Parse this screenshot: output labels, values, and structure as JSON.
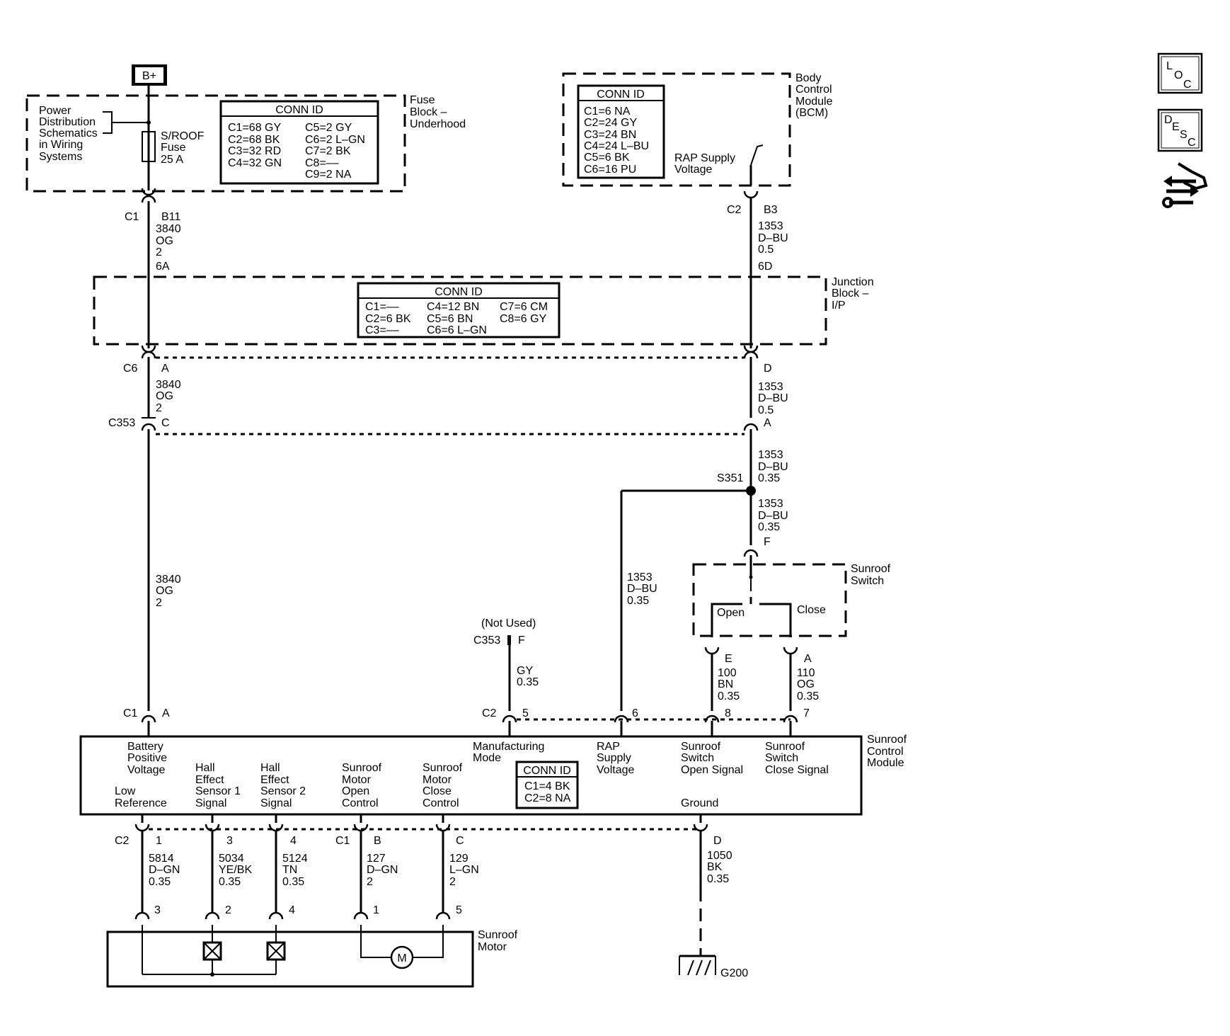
{
  "battery": {
    "label": "B+"
  },
  "fuse_block": {
    "name": "Fuse Block – Underhood",
    "power_dist_note": [
      "Power",
      "Distribution",
      "Schematics",
      "in Wiring",
      "Systems"
    ],
    "fuse": [
      "S/ROOF",
      "Fuse",
      "25 A"
    ],
    "conn_id": {
      "title": "CONN ID",
      "col1": [
        "C1=68 GY",
        "C2=68 BK",
        "C3=32 RD",
        "C4=32 GN"
      ],
      "col2": [
        "C5=2 GY",
        "C6=2 L–GN",
        "C7=2 BK",
        "C8=––",
        "C9=2 NA"
      ]
    }
  },
  "bcm": {
    "name": [
      "Body",
      "Control",
      "Module",
      "(BCM)"
    ],
    "conn_id": {
      "title": "CONN ID",
      "rows": [
        "C1=6 NA",
        "C2=24 GY",
        "C3=24 BN",
        "C4=24 L–BU",
        "C5=6 BK",
        "C6=16 PU"
      ]
    },
    "rap_label": [
      "RAP Supply",
      "Voltage"
    ]
  },
  "junction_block": {
    "name": [
      "Junction",
      "Block –",
      "I/P"
    ],
    "conn_id": {
      "title": "CONN ID",
      "col1": [
        "C1=––",
        "C2=6 BK",
        "C3=––"
      ],
      "col2": [
        "C4=12 BN",
        "C5=6 BN",
        "C6=6 L–GN"
      ],
      "col3": [
        "C7=6 CM",
        "C8=6 GY"
      ]
    }
  },
  "left_path": {
    "c1": "C1",
    "c1_pin": "B11",
    "w1": [
      "3840",
      "OG",
      "2",
      "6A"
    ],
    "c6": "C6",
    "c6_pin": "A",
    "w2": [
      "3840",
      "OG",
      "2"
    ],
    "c353": "C353",
    "c353_pin": "C",
    "w3": [
      "3840",
      "OG",
      "2"
    ],
    "mod_c1": "C1",
    "mod_c1_pin": "A"
  },
  "right_path": {
    "c2": "C2",
    "c2_pin": "B3",
    "w1": [
      "1353",
      "D–BU",
      "0.5",
      "6D"
    ],
    "d_pin": "D",
    "w2": [
      "1353",
      "D–BU",
      "0.5"
    ],
    "a_pin": "A",
    "w3": [
      "1353",
      "D–BU",
      "0.35"
    ],
    "splice": "S351",
    "w4": [
      "1353",
      "D–BU",
      "0.35"
    ],
    "f_pin": "F",
    "w_branch": [
      "1353",
      "D–BU",
      "0.35"
    ]
  },
  "sunroof_switch": {
    "name": [
      "Sunroof",
      "Switch"
    ],
    "open": "Open",
    "close": "Close",
    "e_pin": "E",
    "e_wire": [
      "100",
      "BN",
      "0.35"
    ],
    "a_pin": "A",
    "a_wire": [
      "110",
      "OG",
      "0.35"
    ]
  },
  "not_used": {
    "label": "(Not Used)",
    "conn": "C353",
    "pin": "F",
    "wire": [
      "GY",
      "0.35"
    ]
  },
  "module": {
    "name": [
      "Sunroof",
      "Control",
      "Module"
    ],
    "top_c2": "C2",
    "pins_top": [
      "5",
      "6",
      "8",
      "7"
    ],
    "labels": {
      "battery": [
        "Battery",
        "Positive",
        "Voltage"
      ],
      "low_ref": [
        "Low",
        "Reference"
      ],
      "hall1": [
        "Hall",
        "Effect",
        "Sensor 1",
        "Signal"
      ],
      "hall2": [
        "Hall",
        "Effect",
        "Sensor 2",
        "Signal"
      ],
      "open_ctl": [
        "Sunroof",
        "Motor",
        "Open",
        "Control"
      ],
      "close_ctl": [
        "Sunroof",
        "Motor",
        "Close",
        "Control"
      ],
      "mfg": [
        "Manufacturing",
        "Mode"
      ],
      "rap": [
        "RAP",
        "Supply",
        "Voltage"
      ],
      "sw_open": [
        "Sunroof",
        "Switch",
        "Open Signal"
      ],
      "sw_close": [
        "Sunroof",
        "Switch",
        "Close Signal"
      ],
      "ground": "Ground"
    },
    "conn_id": {
      "title": "CONN ID",
      "rows": [
        "C1=4 BK",
        "C2=8 NA"
      ]
    }
  },
  "bottom": {
    "c2": "C2",
    "c1": "C1",
    "pins": [
      "1",
      "3",
      "4",
      "B",
      "C",
      "D"
    ],
    "wires": [
      [
        "5814",
        "D–GN",
        "0.35"
      ],
      [
        "5034",
        "YE/BK",
        "0.35"
      ],
      [
        "5124",
        "TN",
        "0.35"
      ],
      [
        "127",
        "D–GN",
        "2"
      ],
      [
        "129",
        "L–GN",
        "2"
      ],
      [
        "1050",
        "BK",
        "0.35"
      ]
    ],
    "motor_pins": [
      "3",
      "2",
      "4",
      "1",
      "5"
    ],
    "motor_name": [
      "Sunroof",
      "Motor"
    ],
    "motor_symbol": "M",
    "ground": "G200"
  },
  "side_icons": {
    "loc": [
      "L",
      "O",
      "C"
    ],
    "desc": [
      "D",
      "E",
      "S",
      "C"
    ],
    "wrench": "wrench-arrows-icon"
  }
}
